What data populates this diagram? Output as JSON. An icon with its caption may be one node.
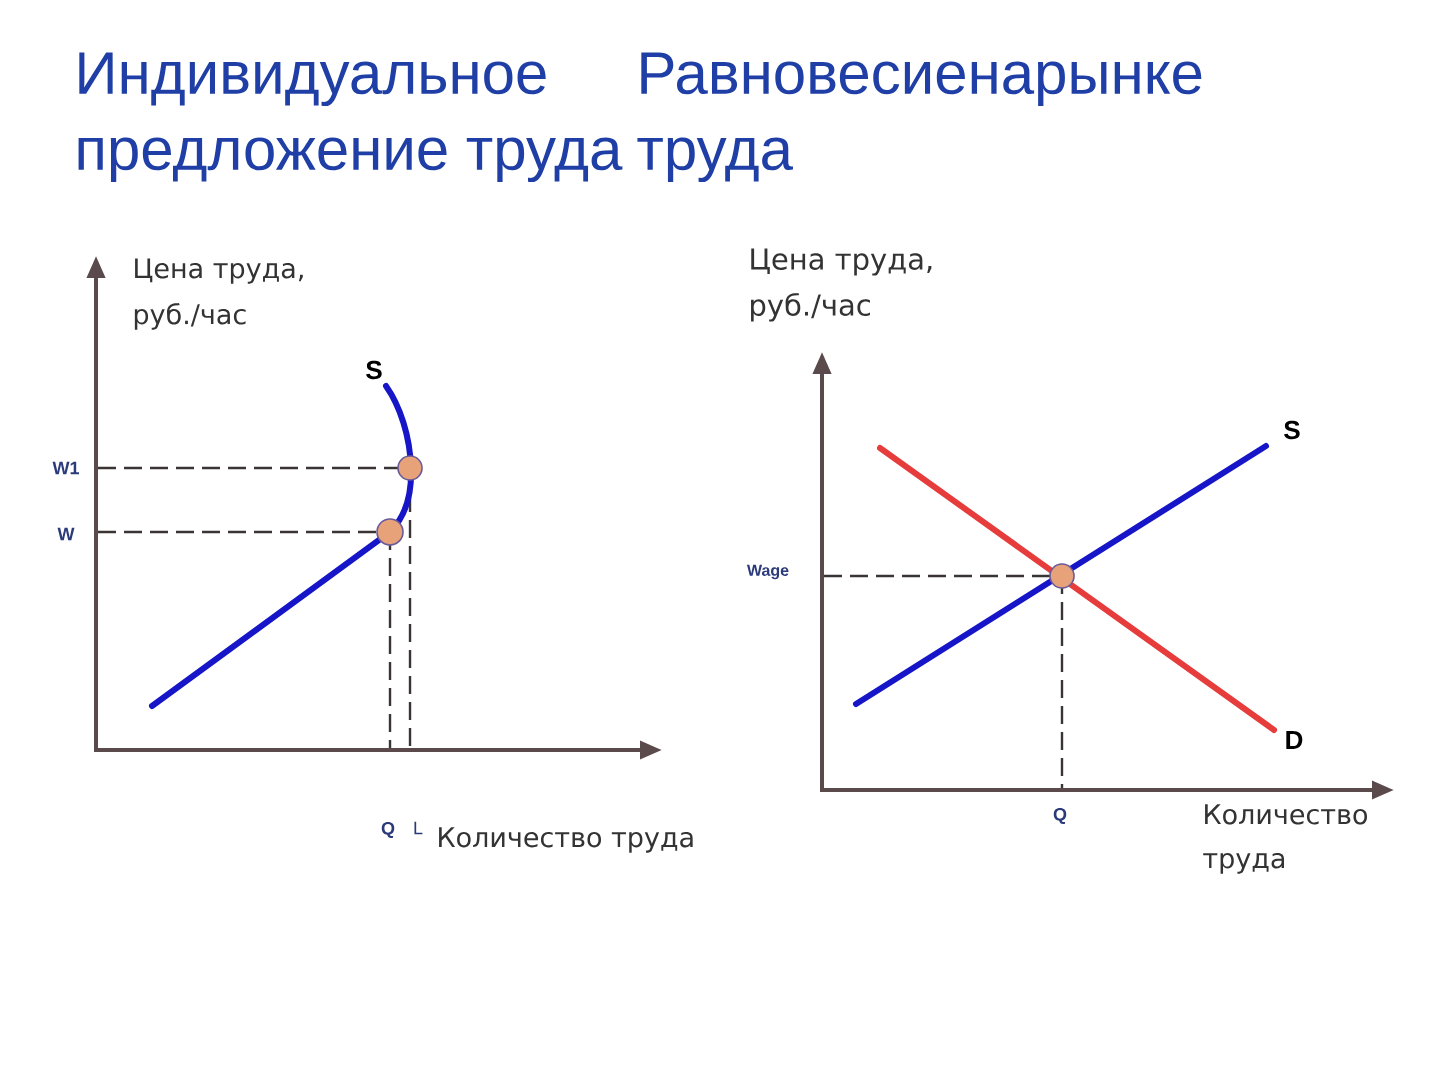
{
  "diagram": {
    "labels": [
      "Индивидуальное предложение труда",
      "Равновесиенарынке труда",
      "Цена труда, руб./час",
      "S",
      "W1",
      "W",
      "Q",
      "L",
      "Количество труда",
      "Цена труда, руб./час",
      "S",
      "Wage",
      "D",
      "Q",
      "Количество труда"
    ]
  }
}
